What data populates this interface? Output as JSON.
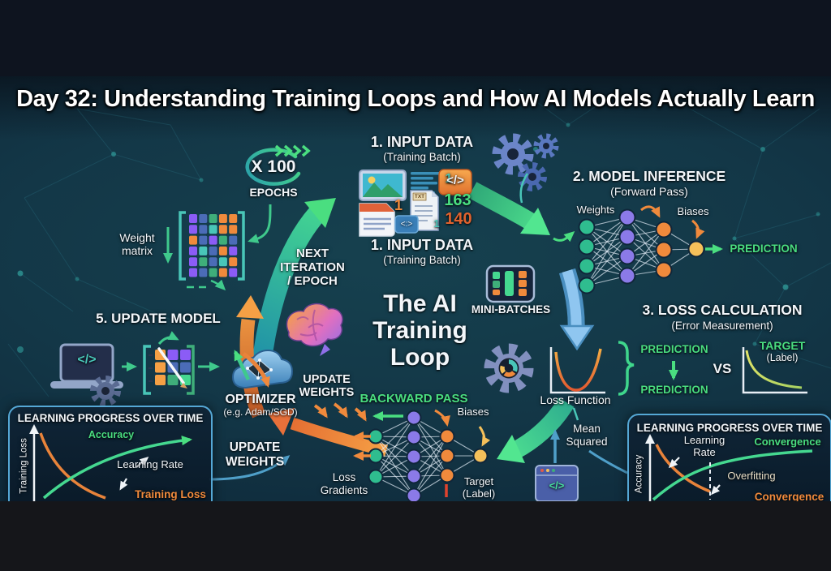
{
  "title": "Day 32: Understanding Training Loops and How AI Models Actually Learn",
  "loop_center": {
    "line1": "The AI",
    "line2": "Training",
    "line3": "Loop"
  },
  "epochs": {
    "multiplier": "X 100",
    "label": "EPOCHS"
  },
  "next_iteration": {
    "line1": "NEXT",
    "line2": "ITERATION",
    "line3": "/ EPOCH"
  },
  "weight_matrix": {
    "line1": "Weight",
    "line2": "matrix"
  },
  "input_data": {
    "title": "1. INPUT DATA",
    "subtitle": "(Training Batch)",
    "title2": "1. INPUT DATA",
    "subtitle2": "(Training Batch)",
    "code_icon": "</>",
    "mini_code_icon": "<:>",
    "txt_tag": "TXT",
    "count_text": "1",
    "count_doc": "1",
    "count_small": "1",
    "value_green": "163",
    "value_red": "140"
  },
  "model_inference": {
    "title": "2. MODEL INFERENCE",
    "subtitle": "(Forward Pass)",
    "weights": "Weights",
    "biases": "Biases",
    "prediction": "PREDICTION"
  },
  "loss_calculation": {
    "title": "3. LOSS CALCULATION",
    "subtitle": "(Error Measurement)",
    "prediction_top": "PREDICTION",
    "prediction_bottom": "PREDICTION",
    "vs": "VS",
    "target": "TARGET",
    "target_sub": "(Label)",
    "loss_function": "Loss Function",
    "mean_line1": "Mean",
    "mean_line2": "Squared"
  },
  "mini_batches": {
    "label": "MINI-BATCHES"
  },
  "update_model": {
    "title": "5. UPDATE MODEL",
    "laptop_code": "</>"
  },
  "optimizer": {
    "title": "OPTIMIZER",
    "subtitle": "(e.g. Adam/SGD)"
  },
  "update_weights_right": {
    "line1": "UPDATE",
    "line2": "WEIGHTS"
  },
  "update_weights_left": {
    "line1": "UPDATE",
    "line2": "WEIGHTS"
  },
  "backward_pass": {
    "title": "BACKWARD PASS",
    "biases": "Biases",
    "target_line1": "Target",
    "target_line2": "(Label)",
    "gradients_line1": "Loss",
    "gradients_line2": "Gradients",
    "window_code": "</>"
  },
  "panel_left": {
    "title": "LEARNING PROGRESS OVER TIME",
    "y_axis": "Training Loss",
    "curve_accuracy": "Accuracy",
    "label_learning_rate": "Learning Rate",
    "curve_training_loss": "Training Loss"
  },
  "panel_right": {
    "title": "LEARNING PROGRESS OVER TIME",
    "y_axis": "Accuracy",
    "learning_rate_line1": "Learning",
    "learning_rate_line2": "Rate",
    "curve_convergence": "Convergence",
    "label_overfitting": "Overfitting",
    "clipped_text": "Convergence"
  },
  "colors": {
    "accent_green": "#4ade80",
    "accent_teal": "#49c6b8",
    "accent_orange": "#f08a3c",
    "accent_red": "#e0622e",
    "accent_blue": "#6db3e8",
    "node_purple": "#8b7ae8",
    "node_yellow": "#f5c05a"
  }
}
